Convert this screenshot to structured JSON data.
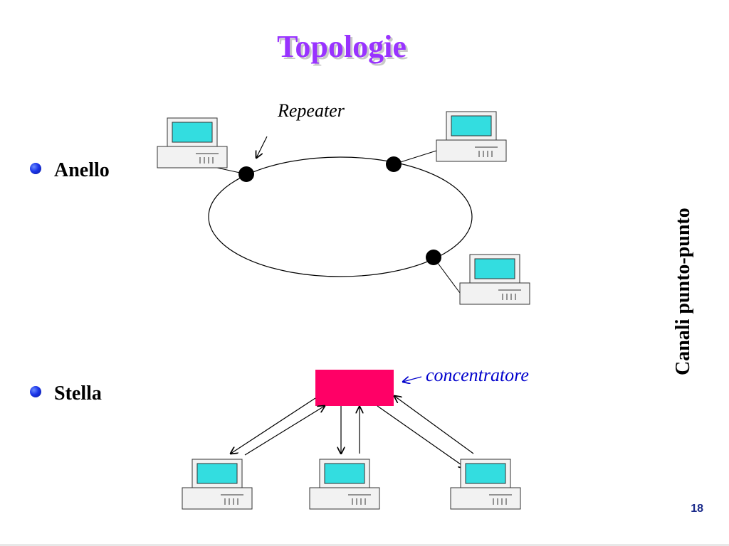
{
  "title": "Topologie",
  "bullets": {
    "ring": "Anello",
    "star": "Stella"
  },
  "labels": {
    "repeater": "Repeater",
    "hub": "concentratore",
    "side": "Canali punto-punto"
  },
  "page_number": "18",
  "colors": {
    "title": "#9933ff",
    "hub_fill": "#ff0066",
    "screen": "#33dde0",
    "hub_label": "#0000cc",
    "bullet": "#1a34e8"
  }
}
